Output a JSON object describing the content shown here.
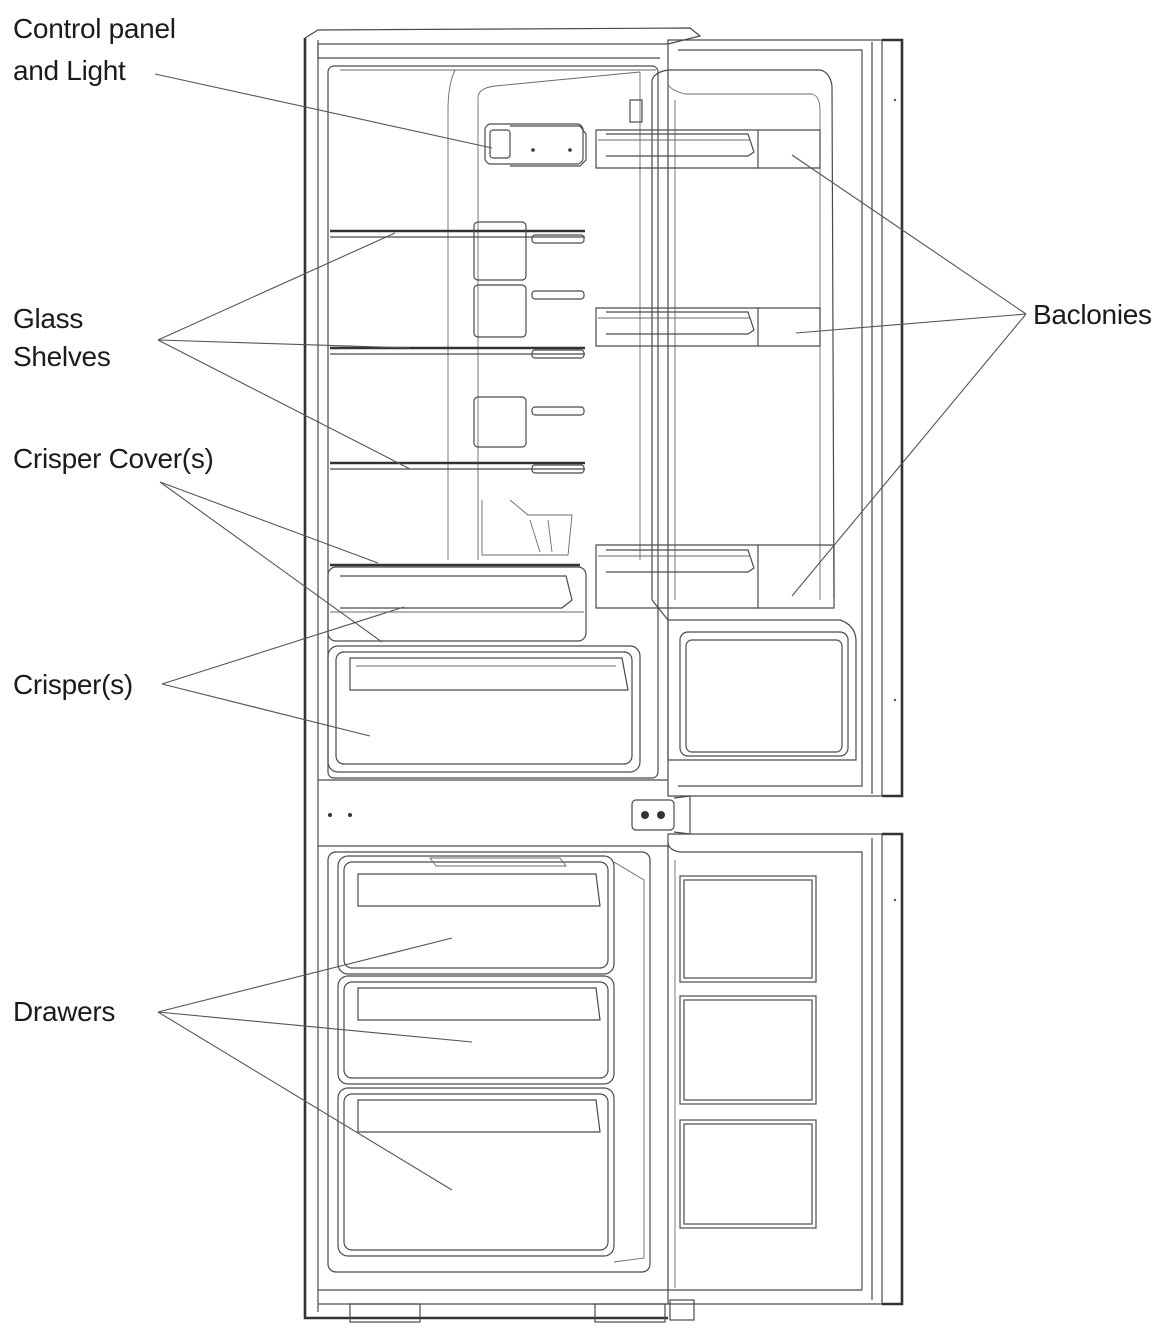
{
  "labels": {
    "control_panel_line1": "Control panel",
    "control_panel_line2": "and Light",
    "glass_line1": "Glass",
    "glass_line2": "Shelves",
    "crisper_cover": "Crisper Cover(s)",
    "crisper": "Crisper(s)",
    "drawers": "Drawers",
    "balconies": "Baclonies"
  },
  "colors": {
    "line": "#4a4a4a",
    "text": "#1b1b1b",
    "background": "#ffffff"
  }
}
